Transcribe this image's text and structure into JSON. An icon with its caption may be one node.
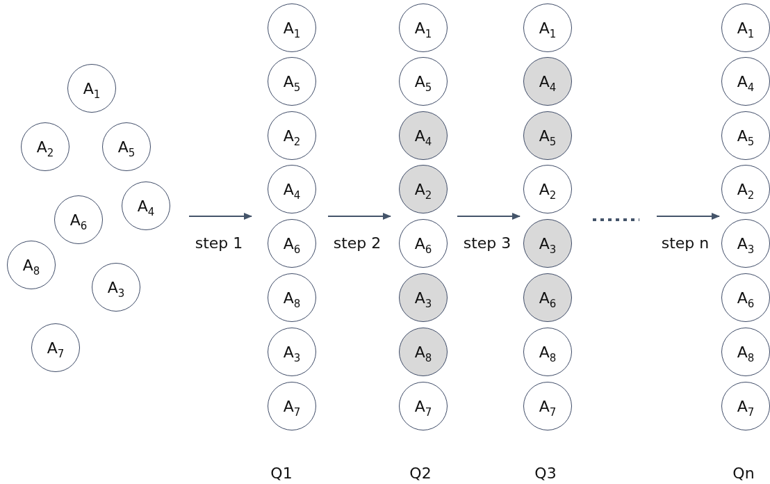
{
  "diagram": {
    "nodes": [
      {
        "text": [
          "A$_{1}$"
        ]
      },
      {
        "text": [
          "A$_{2}$"
        ]
      },
      {
        "text": [
          "A$_{5}$"
        ]
      },
      {
        "text": [
          "A$_{6}$"
        ]
      },
      {
        "text": [
          "A$_{4}$"
        ]
      },
      {
        "text": [
          "A$_{8}$"
        ]
      },
      {
        "text": [
          "A$_{3}$"
        ]
      },
      {
        "text": [
          "A$_{7}$"
        ]
      },
      {
        "text": [
          "A$_{1}$"
        ]
      },
      {
        "text": [
          "A$_{5}$"
        ]
      },
      {
        "text": [
          "A$_{2}$"
        ]
      },
      {
        "text": [
          "A$_{4}$"
        ]
      },
      {
        "text": [
          "A$_{6}$"
        ]
      },
      {
        "text": [
          "A$_{8}$"
        ]
      },
      {
        "text": [
          "A$_{3}$"
        ]
      },
      {
        "text": [
          "A$_{7}$"
        ]
      },
      {
        "text": [
          "A$_{1}$"
        ]
      },
      {
        "text": [
          "A$_{5}$"
        ]
      },
      {
        "text": [
          "A$_{4}$"
        ]
      },
      {
        "text": [
          "A$_{2}$"
        ]
      },
      {
        "text": [
          "A$_{6}$"
        ]
      },
      {
        "text": [
          "A$_{3}$"
        ]
      },
      {
        "text": [
          "A$_{8}$"
        ]
      },
      {
        "text": [
          "A$_{7}$"
        ]
      },
      {
        "text": [
          "A$_{1}$"
        ]
      },
      {
        "text": [
          "A$_{4}$"
        ]
      },
      {
        "text": [
          "A$_{5}$"
        ]
      },
      {
        "text": [
          "A$_{2}$"
        ]
      },
      {
        "text": [
          "A$_{3}$"
        ]
      },
      {
        "text": [
          "A$_{6}$"
        ]
      },
      {
        "text": [
          "A$_{8}$"
        ]
      },
      {
        "text": [
          "A$_{7}$"
        ]
      },
      {
        "text": [
          "A$_{1}$"
        ]
      },
      {
        "text": [
          "A$_{4}$"
        ]
      },
      {
        "text": [
          "A$_{5}$"
        ]
      },
      {
        "text": [
          "A$_{2}$"
        ]
      },
      {
        "text": [
          "A$_{3}$"
        ]
      },
      {
        "text": [
          "A$_{6}$"
        ]
      },
      {
        "text": [
          "A$_{8}$"
        ]
      },
      {
        "text": [
          "A$_{7}$"
        ]
      }
    ],
    "labels": [
      "step 1",
      "step 2",
      "step 3",
      "step n",
      "Q1",
      "Q2",
      "Q3",
      "Qn"
    ]
  }
}
